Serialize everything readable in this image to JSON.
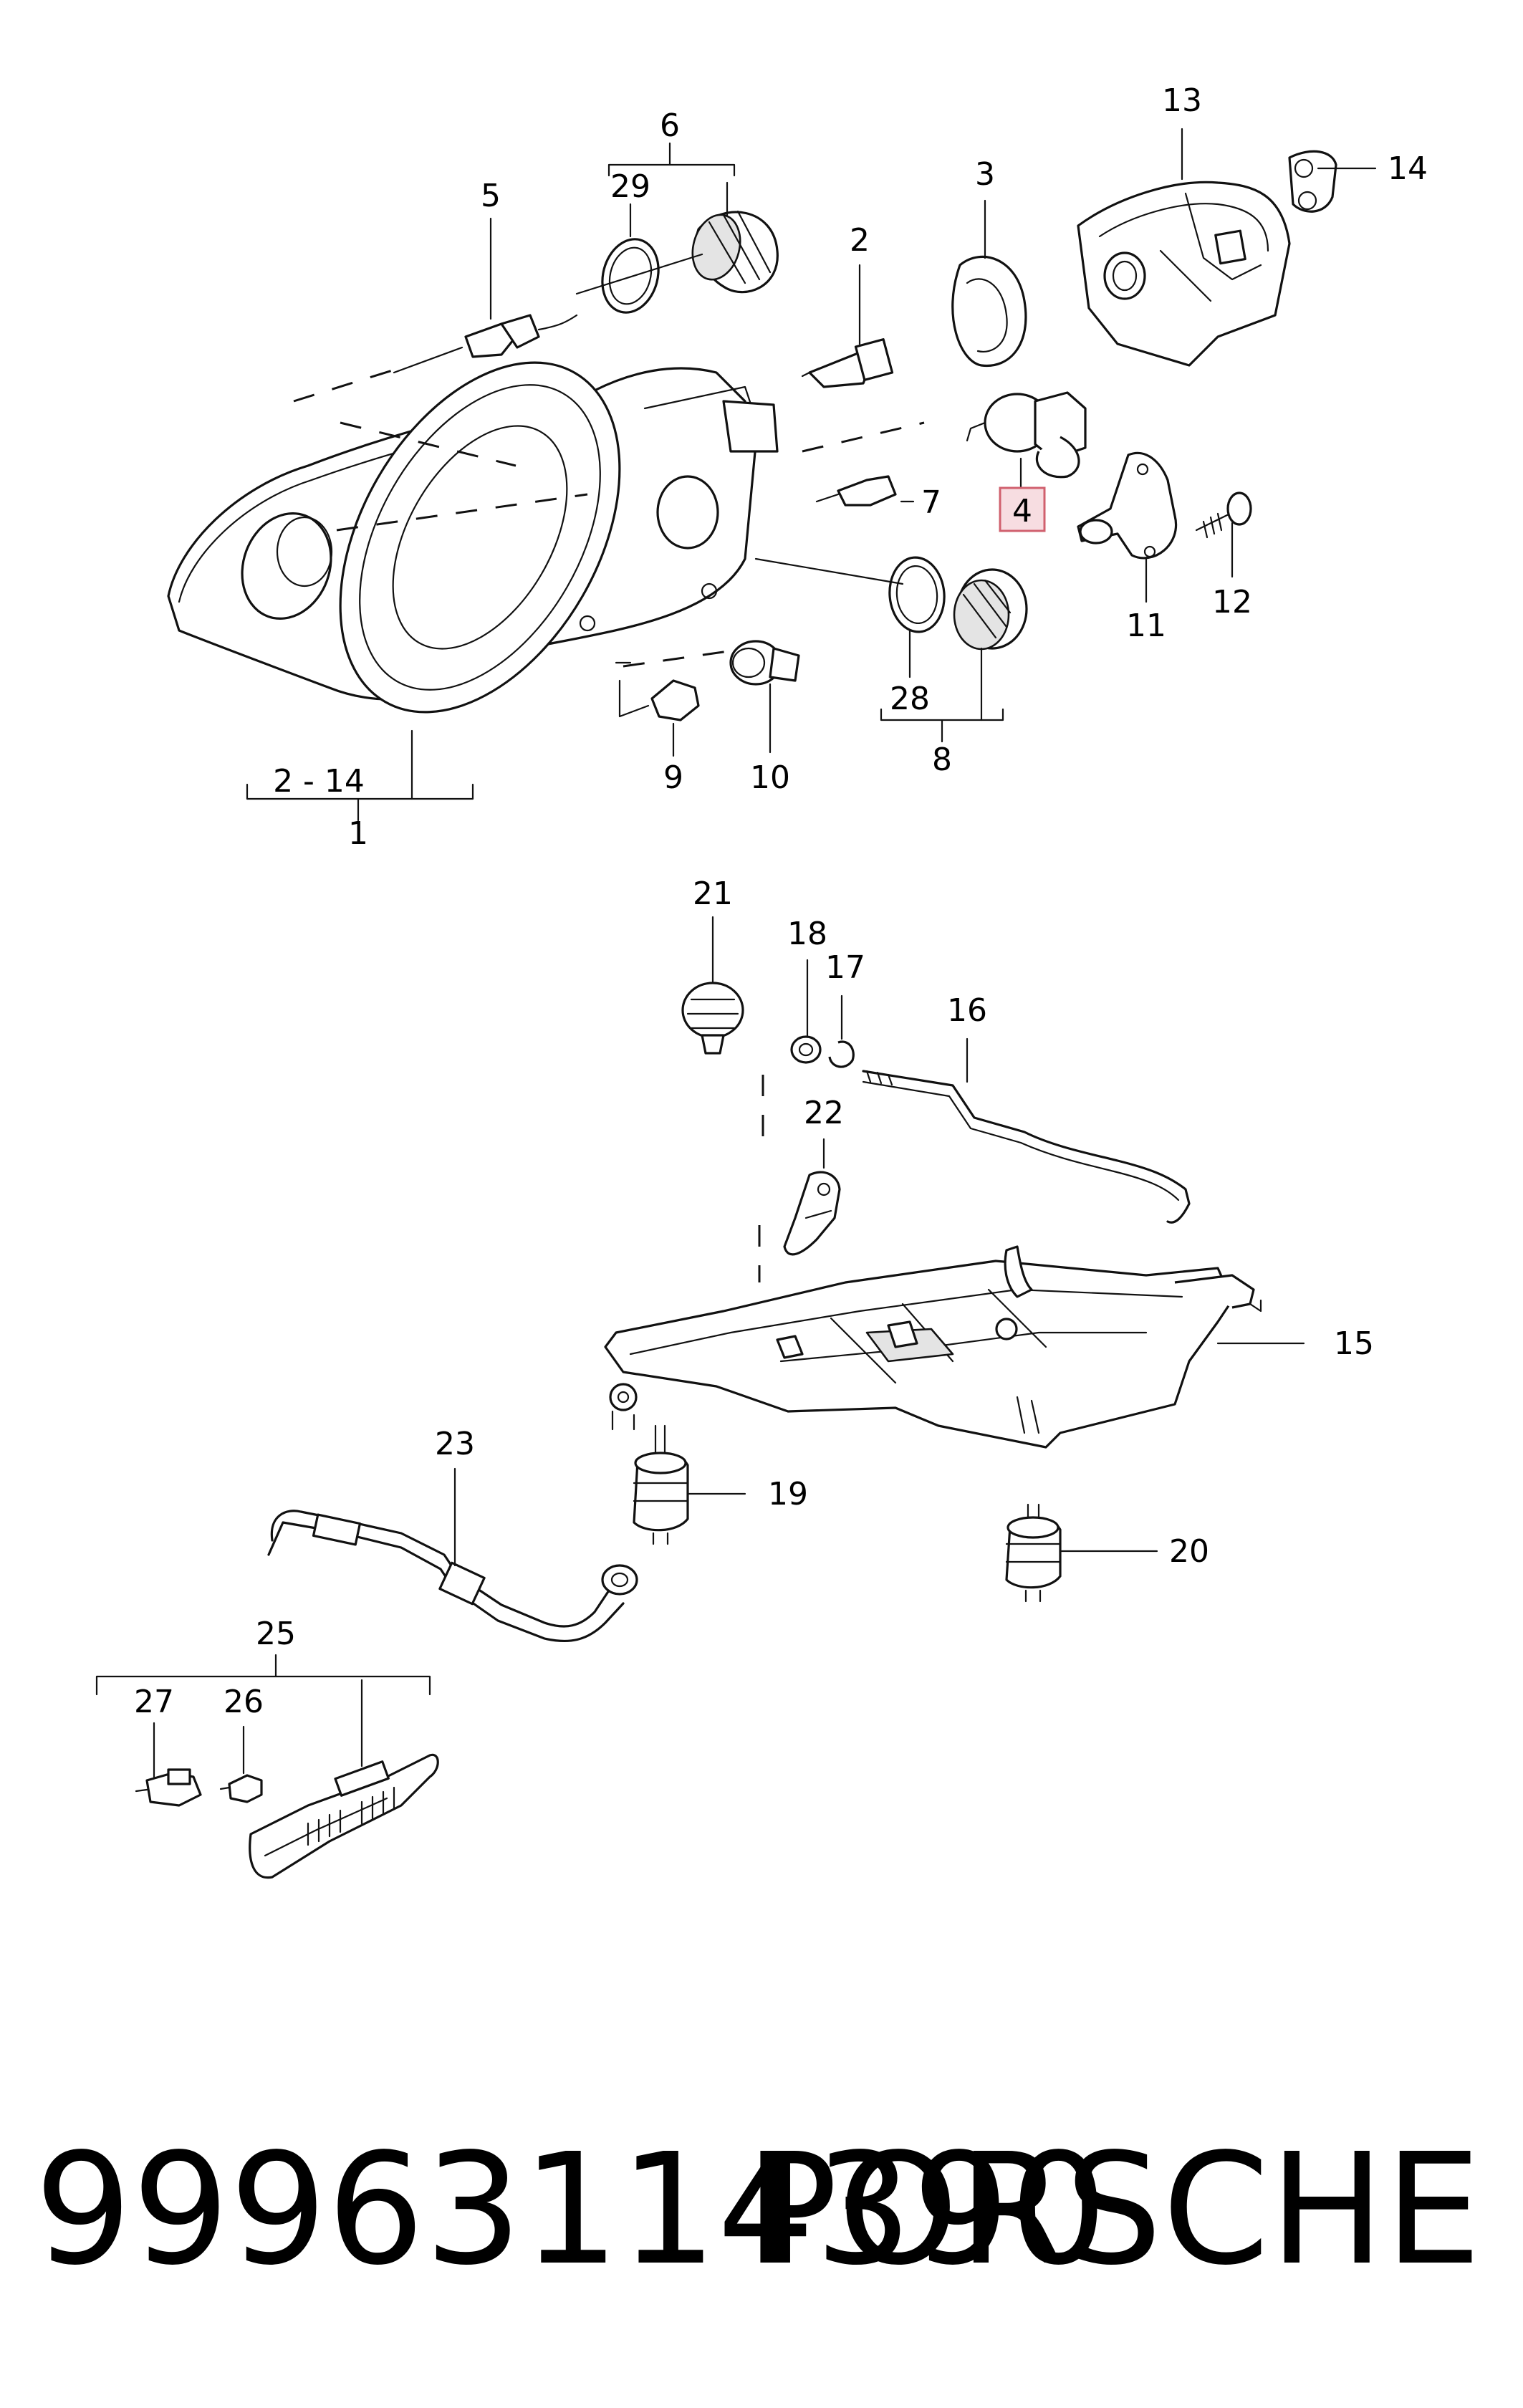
{
  "labels": {
    "l1": "1",
    "l2_14": "2 - 14",
    "l2": "2",
    "l3": "3",
    "l4": "4",
    "l5": "5",
    "l6": "6",
    "l7": "7",
    "l8": "8",
    "l9": "9",
    "l10": "10",
    "l11": "11",
    "l12": "12",
    "l13": "13",
    "l14": "14",
    "l15": "15",
    "l16": "16",
    "l17": "17",
    "l18": "18",
    "l19": "19",
    "l20": "20",
    "l21": "21",
    "l22": "22",
    "l23": "23",
    "l25": "25",
    "l26": "26",
    "l27": "27",
    "l28": "28",
    "l29": "29"
  },
  "highlight": {
    "label_key": "l4",
    "color": "#f7dde1",
    "border_color": "#d0606e"
  },
  "footer": {
    "part_number": "99963114390",
    "brand": "PORSCHE"
  }
}
